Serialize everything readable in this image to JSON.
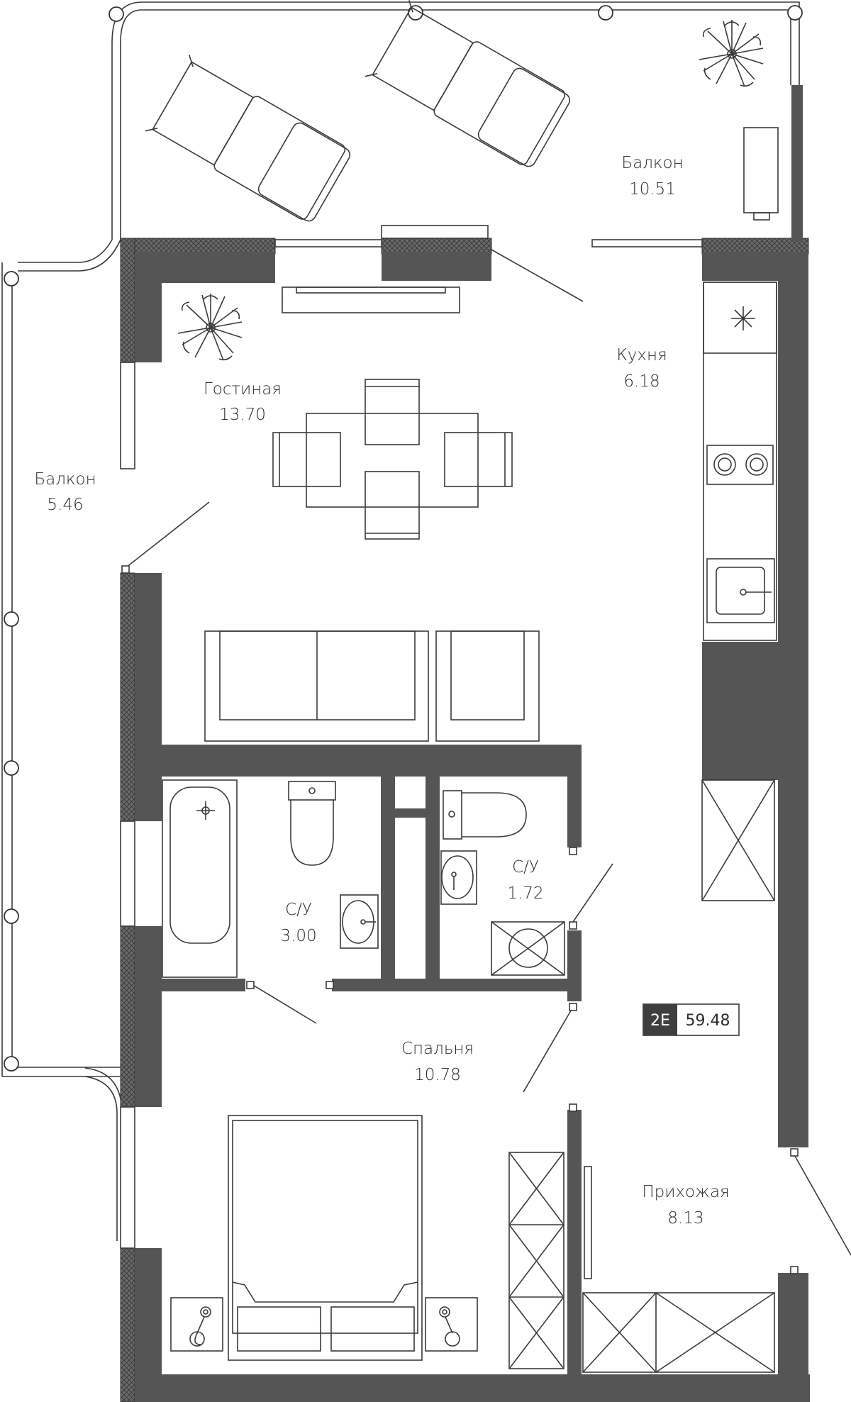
{
  "rooms": [
    {
      "id": "balcony_top",
      "name": "Балкон",
      "area": "10.51"
    },
    {
      "id": "kitchen",
      "name": "Кухня",
      "area": "6.18"
    },
    {
      "id": "living",
      "name": "Гостиная",
      "area": "13.70"
    },
    {
      "id": "balcony_left",
      "name": "Балкон",
      "area": "5.46"
    },
    {
      "id": "bath_big",
      "name": "С/У",
      "area": "3.00"
    },
    {
      "id": "bath_small",
      "name": "С/У",
      "area": "1.72"
    },
    {
      "id": "bedroom",
      "name": "Спальня",
      "area": "10.78"
    },
    {
      "id": "hall",
      "name": "Прихожая",
      "area": "8.13"
    }
  ],
  "badge": {
    "code": "2Е",
    "total_area": "59.48"
  },
  "colors": {
    "wall": "#555555",
    "line": "#3a3a3a",
    "badge_bg": "#3f3f3f"
  }
}
